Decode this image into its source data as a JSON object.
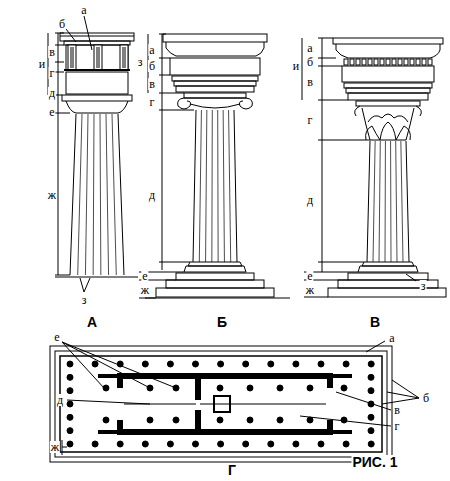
{
  "diagram": {
    "caption": "РИС. 1",
    "labels": [
      "а",
      "б",
      "в",
      "г",
      "д",
      "е",
      "ж",
      "з",
      "и",
      "А",
      "а",
      "б",
      "в",
      "г",
      "д",
      "е",
      "ж",
      "з",
      "Б",
      "и",
      "а",
      "б",
      "в",
      "г",
      "д",
      "е",
      "ж",
      "з",
      "В",
      "е",
      "а",
      "б",
      "в",
      "д",
      "г",
      "ж",
      "Г"
    ]
  }
}
